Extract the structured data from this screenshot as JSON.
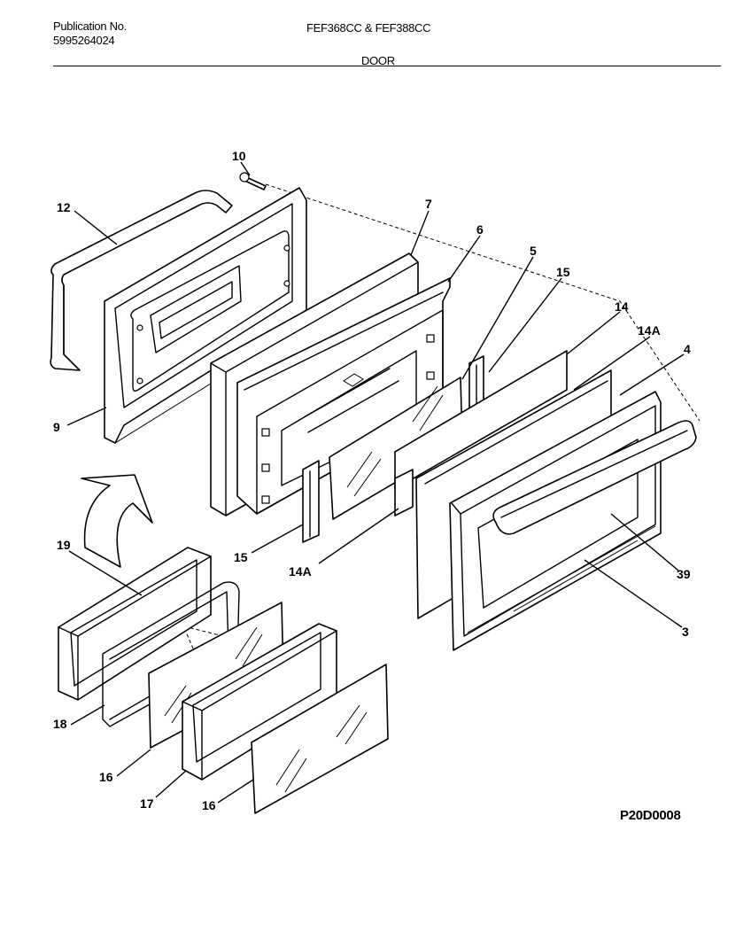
{
  "header": {
    "publication_label": "Publication No.",
    "publication_number": "5995264024",
    "models": "FEF368CC & FEF388CC",
    "section": "DOOR"
  },
  "figure_code": "P20D0008",
  "callouts": {
    "c10": "10",
    "c12": "12",
    "c7": "7",
    "c6": "6",
    "c5": "5",
    "c15a": "15",
    "c14": "14",
    "c14a_top": "14A",
    "c4": "4",
    "c9": "9",
    "c15b": "15",
    "c14a_bottom": "14A",
    "c39": "39",
    "c3": "3",
    "c19": "19",
    "c18": "18",
    "c16a": "16",
    "c17": "17",
    "c16b": "16"
  }
}
